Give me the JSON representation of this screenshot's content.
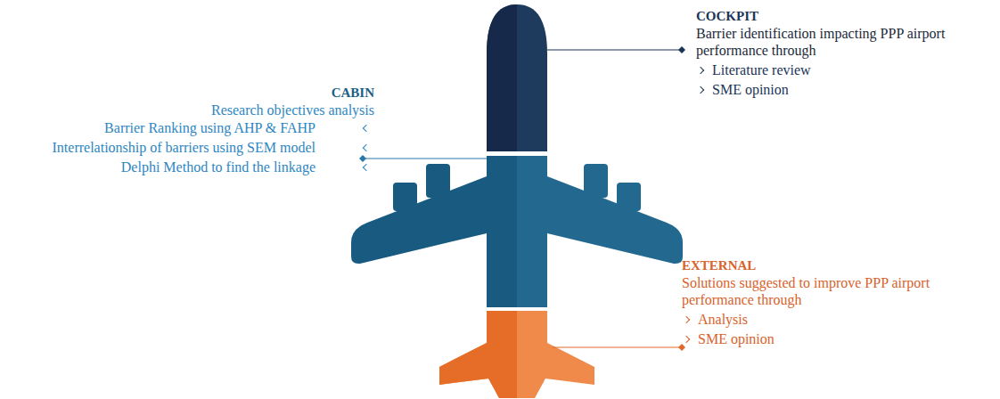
{
  "diagram": {
    "labels": [
      "COCKPIT",
      "Barrier identification impacting PPP airport performance through",
      "Literature review",
      "SME opinion",
      "CABIN",
      "Research objectives analysis",
      "Barrier Ranking using AHP & FAHP",
      "Interrelationship of barriers using SEM model",
      "Delphi Method to find the linkage",
      "EXTERNAL",
      "Solutions suggested to improve PPP airport performance through",
      "Analysis",
      "SME opinion"
    ]
  }
}
